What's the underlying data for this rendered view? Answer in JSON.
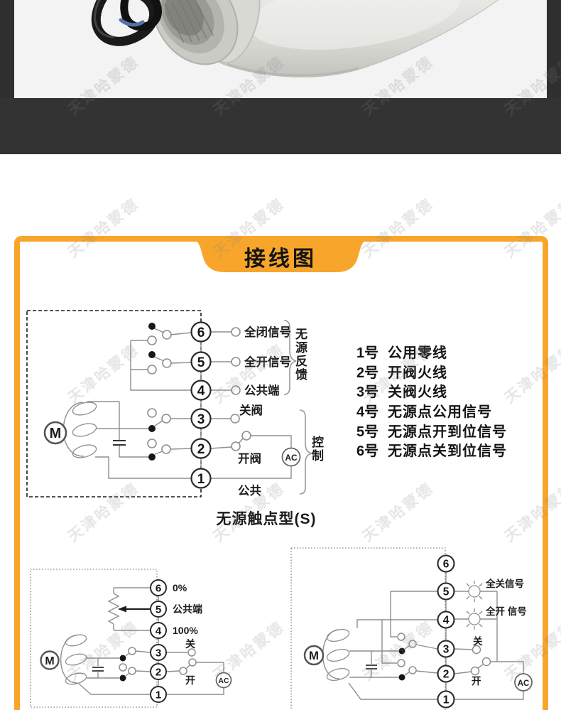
{
  "watermark": {
    "text": "天津哈蒙德",
    "color": "rgba(130,130,130,0.2)",
    "xs": [
      85,
      290,
      500,
      700
    ],
    "ys": [
      105,
      305,
      510,
      705,
      900
    ]
  },
  "colors": {
    "accent_orange": "#F8A62B",
    "dark_band": "#333333",
    "photo_background": "#f2f3f2",
    "wire_gray": "#8f8f8f",
    "line_black": "#1c1c1c"
  },
  "banner": {
    "title": "接线图"
  },
  "diagram_main": {
    "terminals": [
      "6",
      "5",
      "4",
      "3",
      "2",
      "1"
    ],
    "labels": {
      "t6": "全闭信号",
      "t5": "全开信号",
      "t4": "公共端",
      "t3": "关阀",
      "t2": "开阀",
      "t1": "公共"
    },
    "bracket_feedback": "无源反馈",
    "bracket_control": "控制",
    "motor_label": "M",
    "ac_label": "AC",
    "caption": "无源触点型(S)"
  },
  "terminal_list": {
    "items": [
      {
        "no": "1号",
        "desc": "公用零线"
      },
      {
        "no": "2号",
        "desc": "开阀火线"
      },
      {
        "no": "3号",
        "desc": "关阀火线"
      },
      {
        "no": "4号",
        "desc": "无源点公用信号"
      },
      {
        "no": "5号",
        "desc": "无源点开到位信号"
      },
      {
        "no": "6号",
        "desc": "无源点关到位信号"
      }
    ]
  },
  "diagram_modulating": {
    "terminals": [
      "6",
      "5",
      "4",
      "3",
      "2",
      "1"
    ],
    "labels": {
      "t6": "0%",
      "t5": "公共端",
      "t4": "100%",
      "t3": "关",
      "t2": "开"
    },
    "motor_label": "M",
    "ac_label": "AC"
  },
  "diagram_lamp": {
    "terminals": [
      "6",
      "5",
      "4",
      "3",
      "2",
      "1"
    ],
    "labels": {
      "t5": "全关信号",
      "t4": "全开 信号",
      "t3": "关",
      "t2": "开"
    },
    "motor_label": "M",
    "ac_label": "AC"
  }
}
